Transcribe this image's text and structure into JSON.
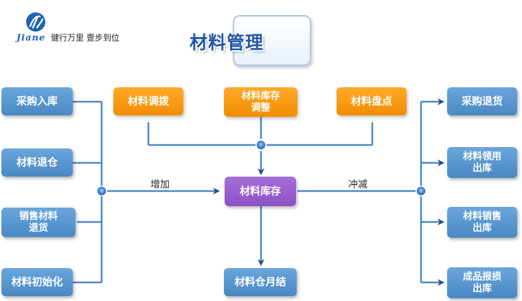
{
  "logo": {
    "latin": "Jiane",
    "slogan": "健行万里 壹步到位"
  },
  "title": "材料管理",
  "inputs": [
    "采购入库",
    "材料退仓",
    "销售材料\n退货",
    "材料初始化"
  ],
  "adjustments": [
    "材料调拨",
    "材料库存\n调整",
    "材料盘点"
  ],
  "center": "材料库存",
  "monthly": "材料仓月结",
  "outputs": [
    "采购退货",
    "材料领用\n出库",
    "材料销售\n出库",
    "成品报损\n出库"
  ],
  "labels": {
    "increase": "增加",
    "decrease": "冲减"
  },
  "colors": {
    "blue": "#4a88c4",
    "orange": "#f59300",
    "purple": "#8d52c6",
    "line": "#4a86c4"
  }
}
